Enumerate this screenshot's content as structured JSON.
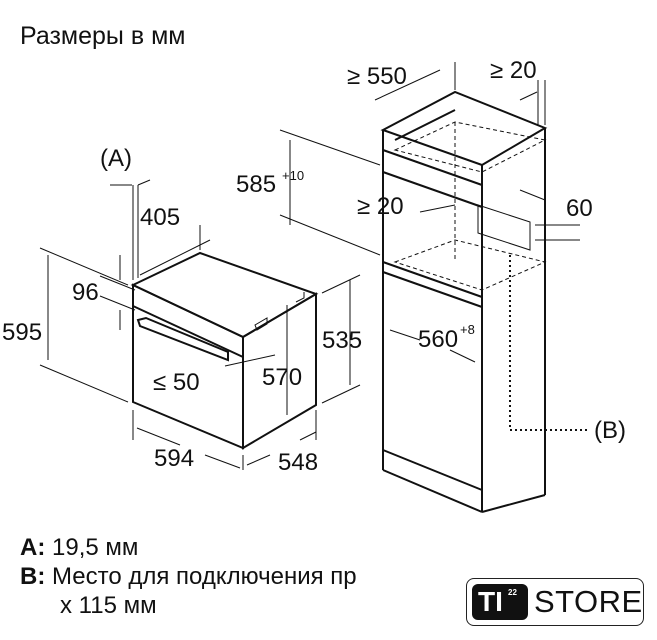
{
  "title": "Размеры в мм",
  "oven": {
    "label_a": "(A)",
    "depth_top": "405",
    "panel_height": "96",
    "total_height": "595",
    "cutout_height": "535",
    "inner_height": "570",
    "door_gap": "≤ 50",
    "width": "594",
    "depth": "548"
  },
  "cabinet": {
    "depth": "≥ 550",
    "rear_gap": "≥ 20",
    "niche_height": "585",
    "niche_height_tol": "+10",
    "shelf_gap": "≥ 20",
    "vent": "60",
    "niche_width": "560",
    "niche_width_tol": "+8",
    "label_b": "(B)"
  },
  "notes": [
    {
      "key": "A:",
      "text": "19,5 мм"
    },
    {
      "key": "B:",
      "text": "Место для подключения пр",
      "text2": "x 115 мм"
    }
  ],
  "logo": {
    "mark": "TI",
    "sup": "22",
    "text": "STORE"
  }
}
